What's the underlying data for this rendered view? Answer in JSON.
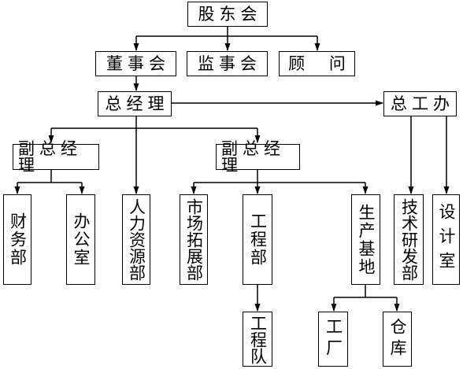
{
  "org_chart": {
    "shareholders": "股东会",
    "board": "董事会",
    "supervisors": "监事会",
    "advisor": "顾 问",
    "general_manager": "总经理",
    "chief_engineer_office": "总工办",
    "deputy_gm_left": "副总经理",
    "deputy_gm_right": "副总经理",
    "finance": "财务部",
    "office": "办公室",
    "hr": "人力资源部",
    "marketing": "市场拓展部",
    "engineering": "工程部",
    "construction_team": "工程队",
    "production_base": "生产基地",
    "factory": "工厂",
    "warehouse": "仓库",
    "rnd": "技术研发部",
    "design": "设计室"
  },
  "colors": {
    "line": "#000000",
    "box_border": "#000000",
    "background": "#ffffff"
  }
}
